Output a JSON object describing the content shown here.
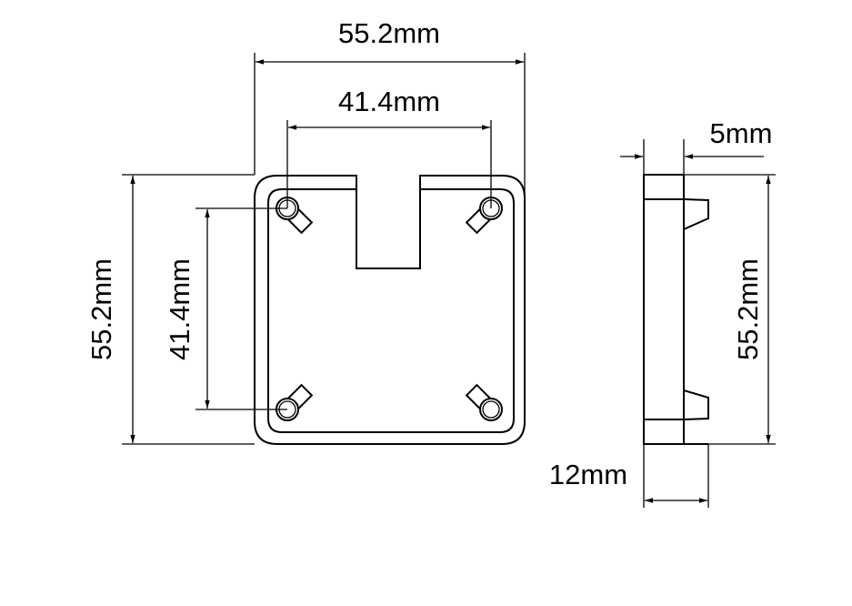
{
  "front_view": {
    "overall_width": "55.2mm",
    "hole_spacing_width": "41.4mm",
    "overall_height": "55.2mm",
    "hole_spacing_height": "41.4mm"
  },
  "side_view": {
    "plate_thickness": "5mm",
    "overall_height": "55.2mm",
    "total_depth": "12mm"
  },
  "colors": {
    "line": "#000000",
    "background": "#ffffff"
  }
}
